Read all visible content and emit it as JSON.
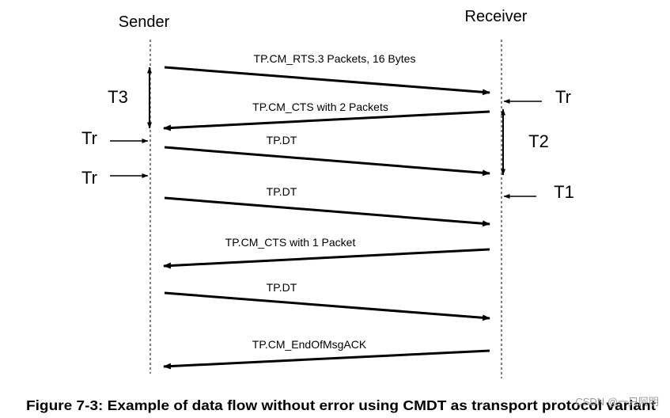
{
  "actors": {
    "sender": "Sender",
    "receiver": "Receiver"
  },
  "messages": [
    {
      "label": "TP.CM_RTS.3 Packets, 16 Bytes",
      "from": "sender",
      "to": "receiver"
    },
    {
      "label": "TP.CM_CTS with 2 Packets",
      "from": "receiver",
      "to": "sender"
    },
    {
      "label": "TP.DT",
      "from": "sender",
      "to": "receiver"
    },
    {
      "label": "TP.DT",
      "from": "sender",
      "to": "receiver"
    },
    {
      "label": "TP.CM_CTS with 1 Packet",
      "from": "receiver",
      "to": "sender"
    },
    {
      "label": "TP.DT",
      "from": "sender",
      "to": "receiver"
    },
    {
      "label": "TP.CM_EndOfMsgACK",
      "from": "receiver",
      "to": "sender"
    }
  ],
  "timers": {
    "t3": "T3",
    "t2": "T2",
    "t1": "T1",
    "tr_receiver": "Tr",
    "tr_sender_1": "Tr",
    "tr_sender_2": "Tr"
  },
  "caption": "Figure 7-3: Example of data flow without error using CMDT as transport protocol variant",
  "watermark": "CSDN @一只阿明"
}
